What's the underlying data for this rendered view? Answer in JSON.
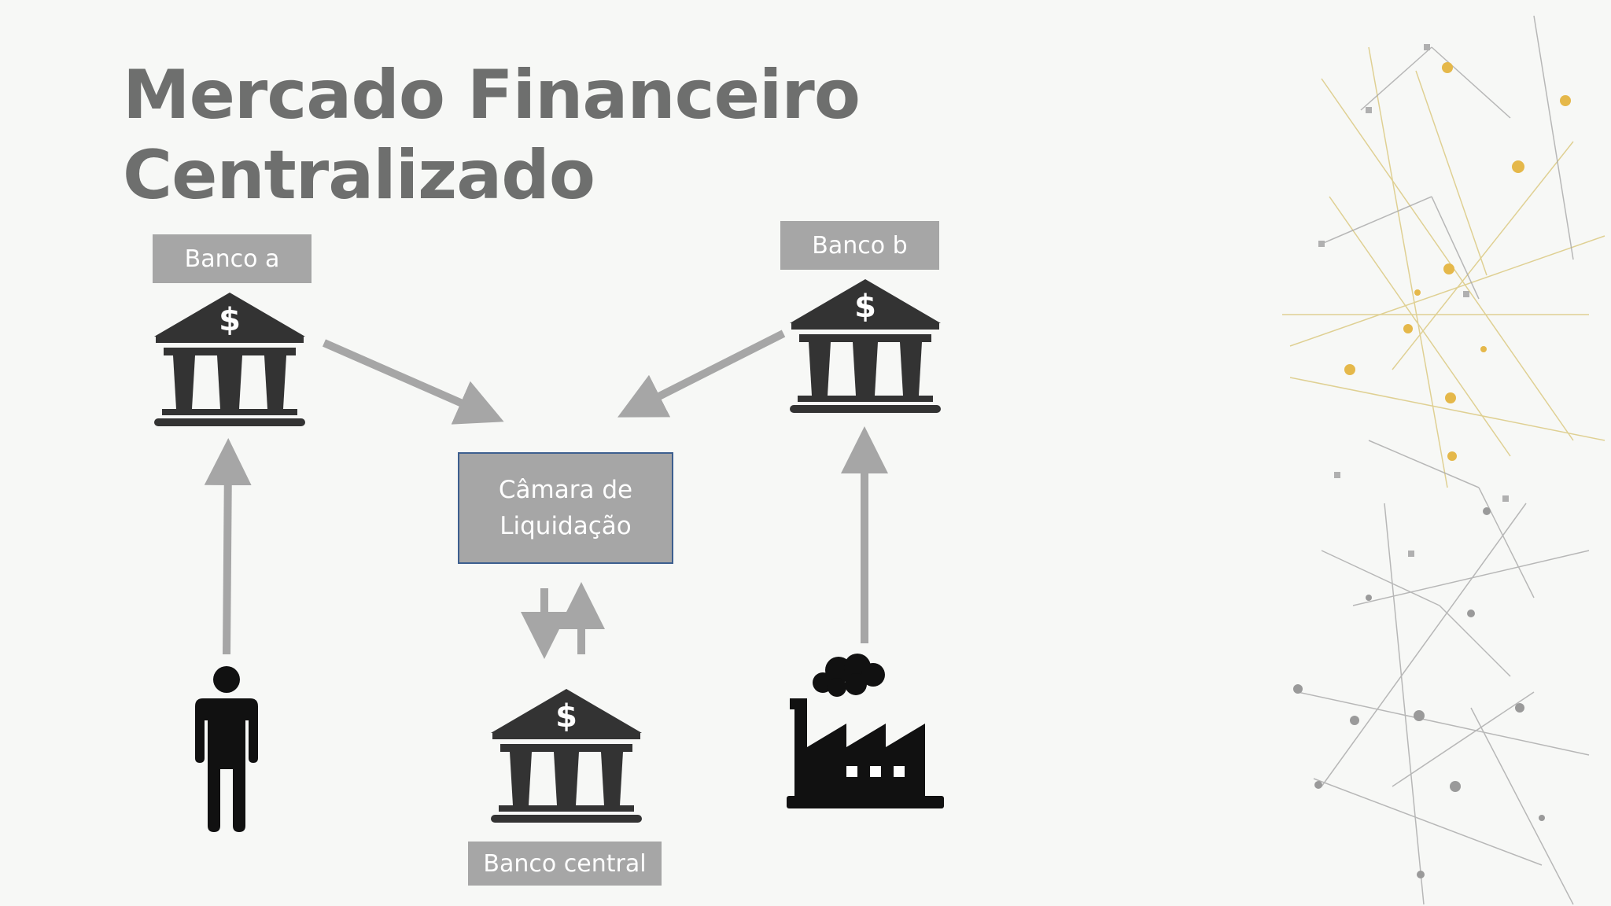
{
  "title": {
    "line1": "Mercado Financeiro",
    "line2": "Centralizado"
  },
  "nodes": {
    "banco_a": "Banco a",
    "banco_b": "Banco b",
    "camara": {
      "line1": "Câmara de",
      "line2": "Liquidação"
    },
    "banco_central": "Banco central"
  },
  "icons": {
    "bank_symbol": "$",
    "names": [
      "bank-icon",
      "person-icon",
      "factory-icon"
    ]
  },
  "colors": {
    "title": "#6e6f6e",
    "label_bg": "#a6a6a6",
    "arrow": "#a6a6a6",
    "icon": "#333333",
    "box_border": "#3d5f8f"
  }
}
